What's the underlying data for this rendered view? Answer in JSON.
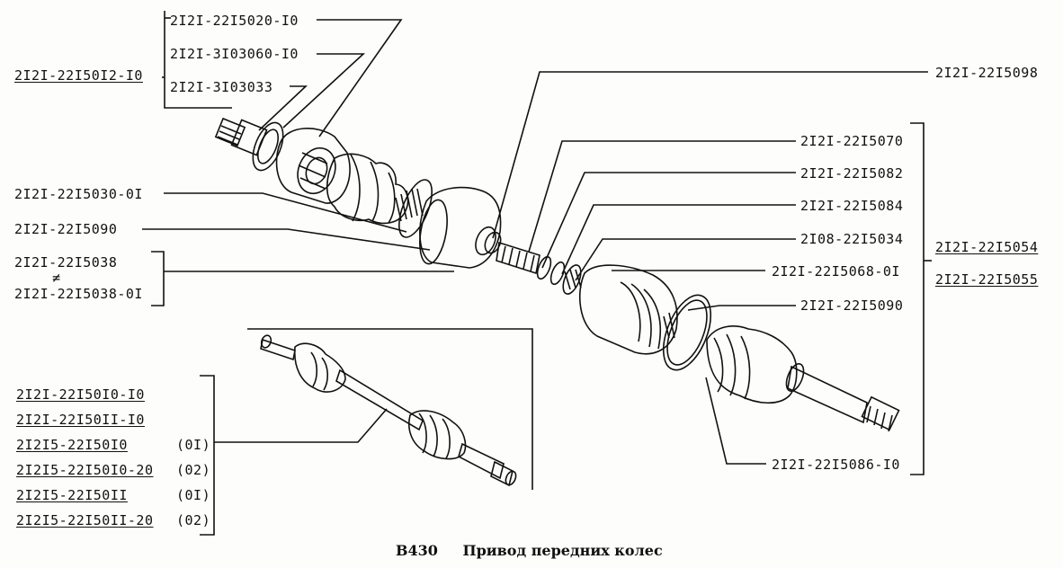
{
  "labels": {
    "l_220201": "2I2I-22I5020-I0",
    "l_3103060": "2I2I-3I03060-I0",
    "l_3103033": "2I2I-3I03033",
    "l_221501210": "2I2I-22I50I2-I0",
    "l_2215098": "2I2I-22I5098",
    "l_2215070": "2I2I-22I5070",
    "l_2215082": "2I2I-22I5082",
    "l_221503001": "2I2I-22I5030-0I",
    "l_2215084": "2I2I-22I5084",
    "l_2215090a": "2I2I-22I5090",
    "l_2108_2215034": "2I08-22I5034",
    "l_2215054": "2I2I-22I5054",
    "l_2215038": "2I2I-22I5038",
    "l_neq": "≠",
    "l_221503801": "2I2I-22I5038-0I",
    "l_221506801": "2I2I-22I5068-0I",
    "l_2215055": "2I2I-22I5055",
    "l_2215090b": "2I2I-22I5090",
    "l_221508610": "2I2I-22I5086-I0",
    "asm": [
      {
        "part": "2I2I-22I50I0-I0",
        "note": ""
      },
      {
        "part": "2I2I-22I50II-I0",
        "note": ""
      },
      {
        "part": "2I2I5-22I50I0",
        "note": "(0I)"
      },
      {
        "part": "2I2I5-22I50I0-20",
        "note": "(02)"
      },
      {
        "part": "2I2I5-22I50II",
        "note": "(0I)"
      },
      {
        "part": "2I2I5-22I50II-20",
        "note": "(02)"
      }
    ]
  },
  "caption": {
    "code": "B430",
    "title": "Привод передних колес"
  }
}
